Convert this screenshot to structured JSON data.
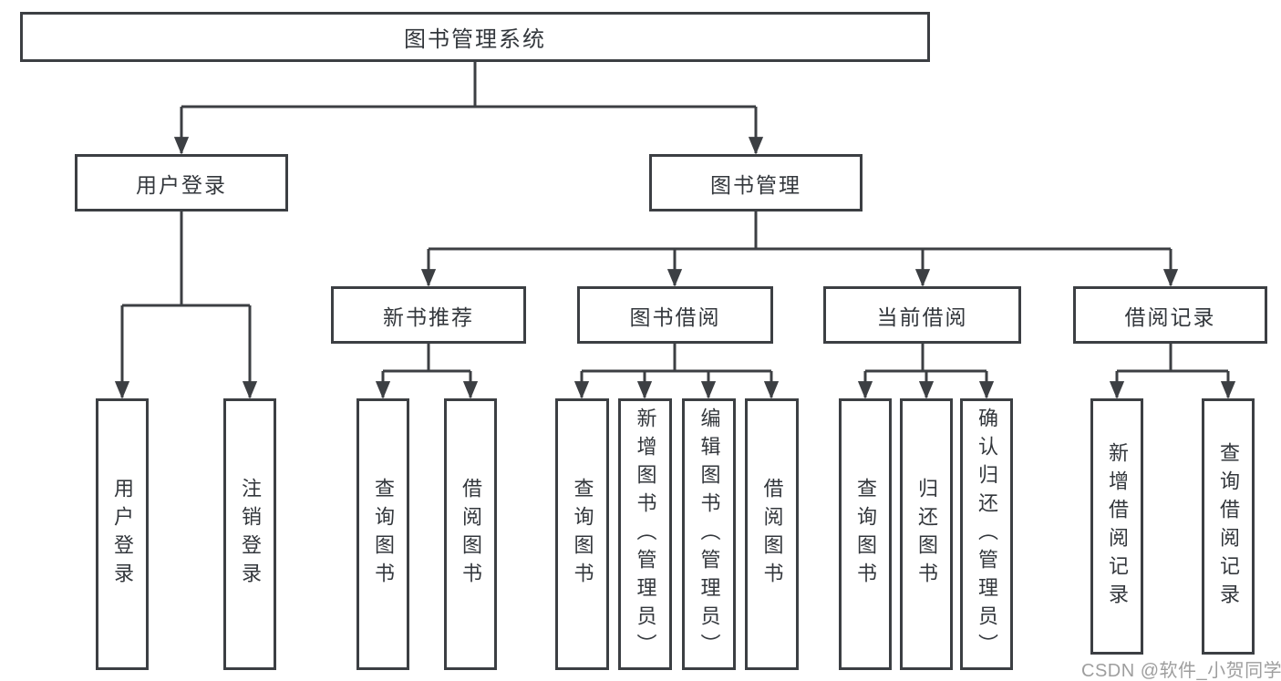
{
  "title": {
    "label": "图书管理系统"
  },
  "level1": {
    "user_login": "用户登录",
    "book_management": "图书管理"
  },
  "level2": {
    "new_book_recommend": "新书推荐",
    "book_borrow": "图书借阅",
    "current_borrow": "当前借阅",
    "borrow_record": "借阅记录"
  },
  "leaves": {
    "user_login": [
      "用户登录",
      "注销登录"
    ],
    "new_book_recommend": [
      "查询图书",
      "借阅图书"
    ],
    "book_borrow": [
      "查询图书",
      "新增图书（管理员）",
      "编辑图书（管理员）",
      "借阅图书"
    ],
    "current_borrow": [
      "查询图书",
      "归还图书",
      "确认归还（管理员）"
    ],
    "borrow_record": [
      "新增借阅记录",
      "查询借阅记录"
    ]
  },
  "watermark": "CSDN @软件_小贺同学",
  "colors": {
    "line": "#3c3f43",
    "text": "#33373c",
    "watermark": "#9e9e9e",
    "background": "#ffffff"
  }
}
